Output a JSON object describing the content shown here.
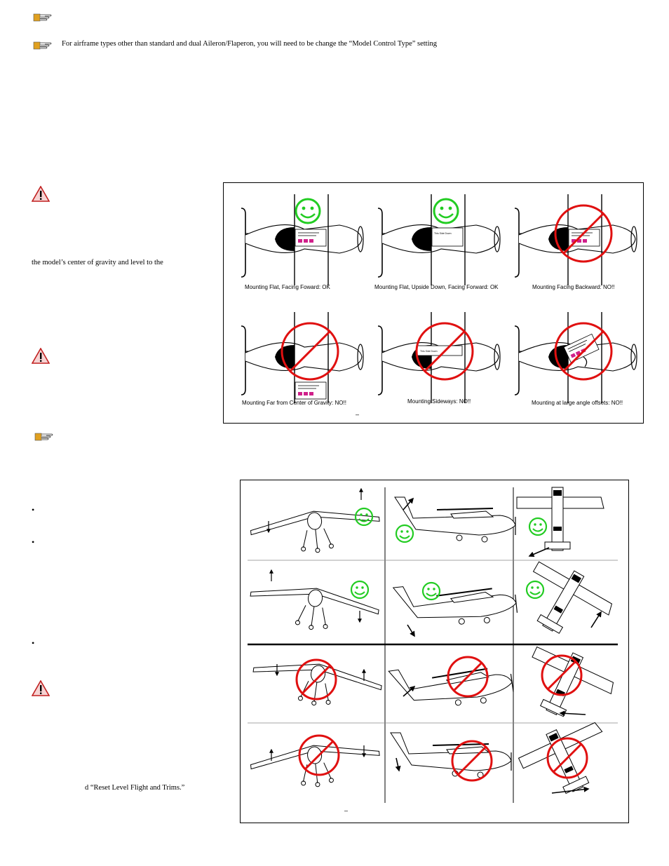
{
  "notes": {
    "top_note": "",
    "airframe_note": "For airframe types other than standard and dual Aileron/Flaperon, you will need to be change the “Model Control Type” setting"
  },
  "left_column": {
    "cg_text": "the model’s center of gravity and level to the",
    "reset_text": "d “Reset Level Flight and Trims.”"
  },
  "mounting_figure": {
    "captions": [
      "Mounting Flat, Facing Foward:  OK",
      "Mounting Flat, Upside Down, Facing Forward: OK",
      "Mounting Facing Backward:  NO!!",
      "Mounting Far from Center of Gravity:  NO!!",
      "Mounting Sideways:  NO!!",
      "Mounting at large angle offsets: NO!!"
    ],
    "label_small_1": "This Side Down",
    "label_small_2": "This Side Down",
    "footer_mark": "–"
  },
  "response_figure": {
    "footer_mark": "–"
  },
  "colors": {
    "ok": "#22cc22",
    "no": "#e01010",
    "pointer": "#e0a020",
    "warning_bg": "#f6d3d3"
  }
}
